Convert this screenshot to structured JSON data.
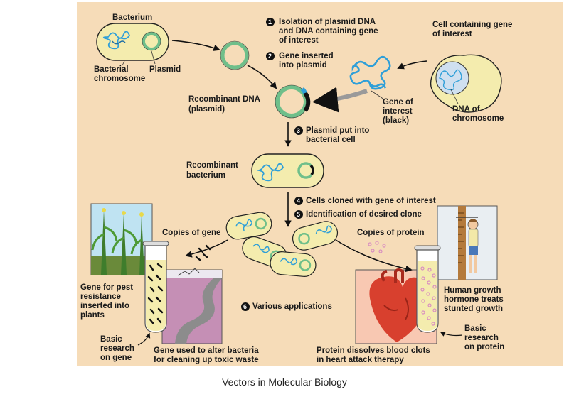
{
  "caption": "Vectors in Molecular Biology",
  "colors": {
    "panel": "#f6dcb8",
    "cell": "#f4ecae",
    "plasmid": "#6fbf8a",
    "dna": "#2f9fd8",
    "heart": "#d8402e"
  },
  "labels": {
    "bacterium": "Bacterium",
    "bacterial_chromosome": [
      "Bacterial",
      "chromosome"
    ],
    "plasmid": "Plasmid",
    "cell_with_gene": [
      "Cell containing gene",
      "of interest"
    ],
    "recombinant_dna": [
      "Recombinant DNA",
      "(plasmid)"
    ],
    "gene_of_interest": [
      "Gene of",
      "interest",
      "(black)"
    ],
    "dna_of_chromosome": [
      "DNA of",
      "chromosome"
    ],
    "recombinant_bacterium": [
      "Recombinant",
      "bacterium"
    ],
    "copies_of_gene": "Copies of gene",
    "copies_of_protein": "Copies of protein",
    "gene_pest": [
      "Gene for pest",
      "resistance",
      "inserted into",
      "plants"
    ],
    "basic_research_gene": [
      "Basic",
      "research",
      "on gene"
    ],
    "gene_bacteria": [
      "Gene used to alter bacteria",
      "for cleaning up toxic waste"
    ],
    "protein_clots": [
      "Protein dissolves blood clots",
      "in heart attack therapy"
    ],
    "growth_hormone": [
      "Human growth",
      "hormone treats",
      "stunted growth"
    ],
    "basic_research_protein": [
      "Basic",
      "research",
      "on protein"
    ]
  },
  "steps": [
    {
      "num": "1",
      "lines": [
        "Isolation of plasmid DNA",
        "and DNA containing gene",
        "of interest"
      ]
    },
    {
      "num": "2",
      "lines": [
        "Gene inserted",
        "into plasmid"
      ]
    },
    {
      "num": "3",
      "lines": [
        "Plasmid put into",
        "bacterial cell"
      ]
    },
    {
      "num": "4",
      "lines": [
        "Cells cloned with gene of interest"
      ]
    },
    {
      "num": "5",
      "lines": [
        "Identification of desired clone"
      ]
    },
    {
      "num": "6",
      "lines": [
        "Various applications"
      ]
    }
  ]
}
